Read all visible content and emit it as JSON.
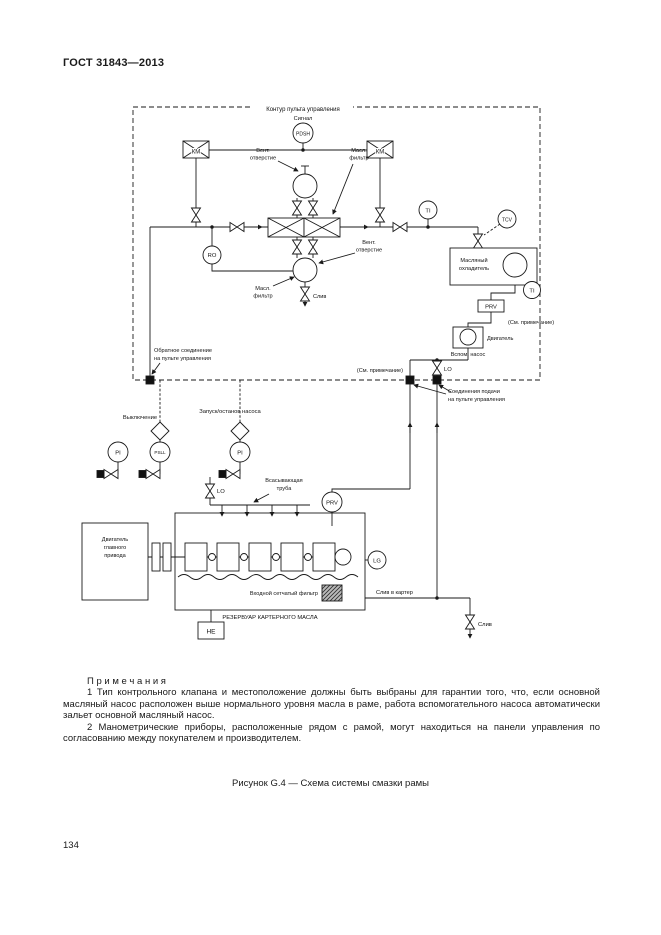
{
  "page": {
    "header": "ГОСТ 31843—2013",
    "page_number": "134"
  },
  "notes": {
    "heading": "П р и м е ч а н и я",
    "note1": "1 Тип контрольного клапана и местоположение должны быть выбраны для гарантии того, что, если основной масляный насос расположен выше нормального уровня масла в раме, работа вспомогательного насоса автоматически зальет основной масляный насос.",
    "note2": "2 Манометрические приборы, расположенные рядом с рамой, могут находиться на панели управления по согласованию между покупателем и производителем."
  },
  "caption": "Рисунок G.4 — Схема системы смазки рамы",
  "diagram": {
    "labels": {
      "control_loop": "Контур пульта управления",
      "signal": "Сигнал",
      "pdsh": "PDSH",
      "km": "КМ",
      "vent": [
        "Вент.",
        "отверстие"
      ],
      "oil_filter": [
        "Масл.",
        "фильтр"
      ],
      "drain": "Слив",
      "ti": "TI",
      "tcv": "TCV",
      "ro": "RO",
      "cooler": [
        "Масляный",
        "охладитель"
      ],
      "prv": "PRV",
      "see_note": "(См. примечание)",
      "motor": "Двигатель",
      "aux_pump": "Вспом. насос",
      "lo": "LO",
      "return_conn": [
        "Обратное соединение",
        "на пульте управления"
      ],
      "supply_conn": [
        "Соединения подачи",
        "на пульте управления"
      ],
      "shutdown": "Выключение",
      "start_stop": "Запуск/останов насоса",
      "pi": "PI",
      "psll": "PSLL",
      "suction": [
        "Всасывающая",
        "труба"
      ],
      "lg": "LG",
      "main_motor": [
        "Двигатель",
        "главного",
        "привода"
      ],
      "strainer": "Входной сетчатый фильтр",
      "reservoir": "РЕЗЕРВУАР КАРТЕРНОГО МАСЛА",
      "he": "HE",
      "drain_crankcase": "Слив в картер"
    }
  }
}
